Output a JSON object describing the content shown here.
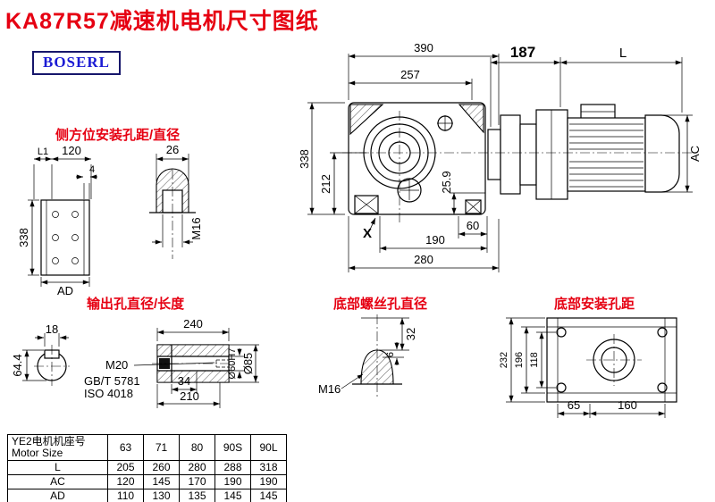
{
  "page": {
    "title": "KA87R57减速机电机尺寸图纸",
    "logo": "BOSERL",
    "accent_red": "#e60012",
    "logo_blue": "#1b1bd4",
    "line_color": "#000000",
    "background": "#ffffff"
  },
  "sections": {
    "side_mount_label": "侧方位安装孔距/直径",
    "output_label": "输出孔直径/长度",
    "bottom_screw_label": "底部螺丝孔直径",
    "bottom_mount_label": "底部安装孔距"
  },
  "dims": {
    "main": {
      "w390": "390",
      "w257": "257",
      "h338": "338",
      "h212": "212",
      "h259": "25.9",
      "w60": "60",
      "w190": "190",
      "w280": "280",
      "x_mark": "X"
    },
    "motor": {
      "w187": "187",
      "wL": "L",
      "hAC": "AC"
    },
    "side_mount": {
      "L1": "L1",
      "w120": "120",
      "w4": "4",
      "h338": "338",
      "AD": "AD"
    },
    "side_hole": {
      "w26": "26",
      "m16": "M16"
    },
    "output": {
      "w18": "18",
      "h644": "64.4",
      "w240": "240",
      "m20": "M20",
      "std1": "GB/T 5781",
      "std2": "ISO 4018",
      "w34": "34",
      "w210": "210",
      "bore": "Ø60H7",
      "od": "Ø85"
    },
    "bottom_screw": {
      "h32": "32",
      "h6": "6",
      "m16": "M16"
    },
    "bottom_mount": {
      "h232": "232",
      "h196": "196",
      "h118": "118",
      "w65": "65",
      "w160": "160"
    }
  },
  "table": {
    "header_cn": "YE2电机机座号",
    "header_en": "Motor Size",
    "sizes": [
      "63",
      "71",
      "80",
      "90S",
      "90L"
    ],
    "rows": [
      {
        "label": "L",
        "values": [
          "205",
          "260",
          "280",
          "288",
          "318"
        ]
      },
      {
        "label": "AC",
        "values": [
          "120",
          "145",
          "170",
          "190",
          "190"
        ]
      },
      {
        "label": "AD",
        "values": [
          "110",
          "130",
          "135",
          "145",
          "145"
        ]
      }
    ]
  }
}
